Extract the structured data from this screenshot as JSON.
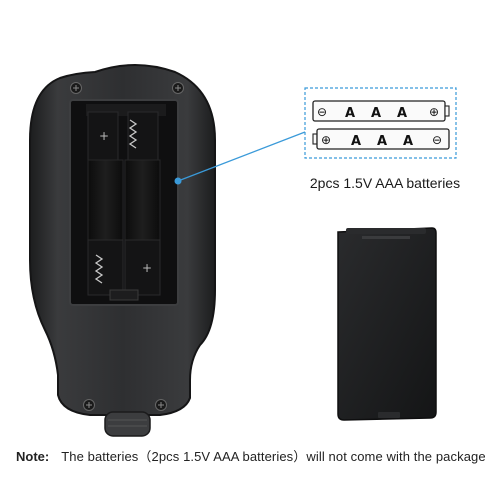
{
  "battery_caption": "2pcs 1.5V AAA batteries",
  "note": {
    "prefix": "Note:",
    "text": "The batteries（2pcs 1.5V AAA batteries）will not come with the package"
  },
  "battery_top": {
    "minus": "⊖",
    "letters": [
      "A",
      "A",
      "A"
    ],
    "plus": "⊕"
  },
  "battery_bottom": {
    "plus": "⊕",
    "letters": [
      "A",
      "A",
      "A"
    ],
    "minus": "⊖"
  },
  "compartment_marks": {
    "plus_upper": "+",
    "plus_lower": "+"
  },
  "colors": {
    "device_body": "#2e2f31",
    "device_edge": "#1a1b1c",
    "compartment": "#121212",
    "callout": "#3a9ad9",
    "cover": "#1c1d1f"
  }
}
